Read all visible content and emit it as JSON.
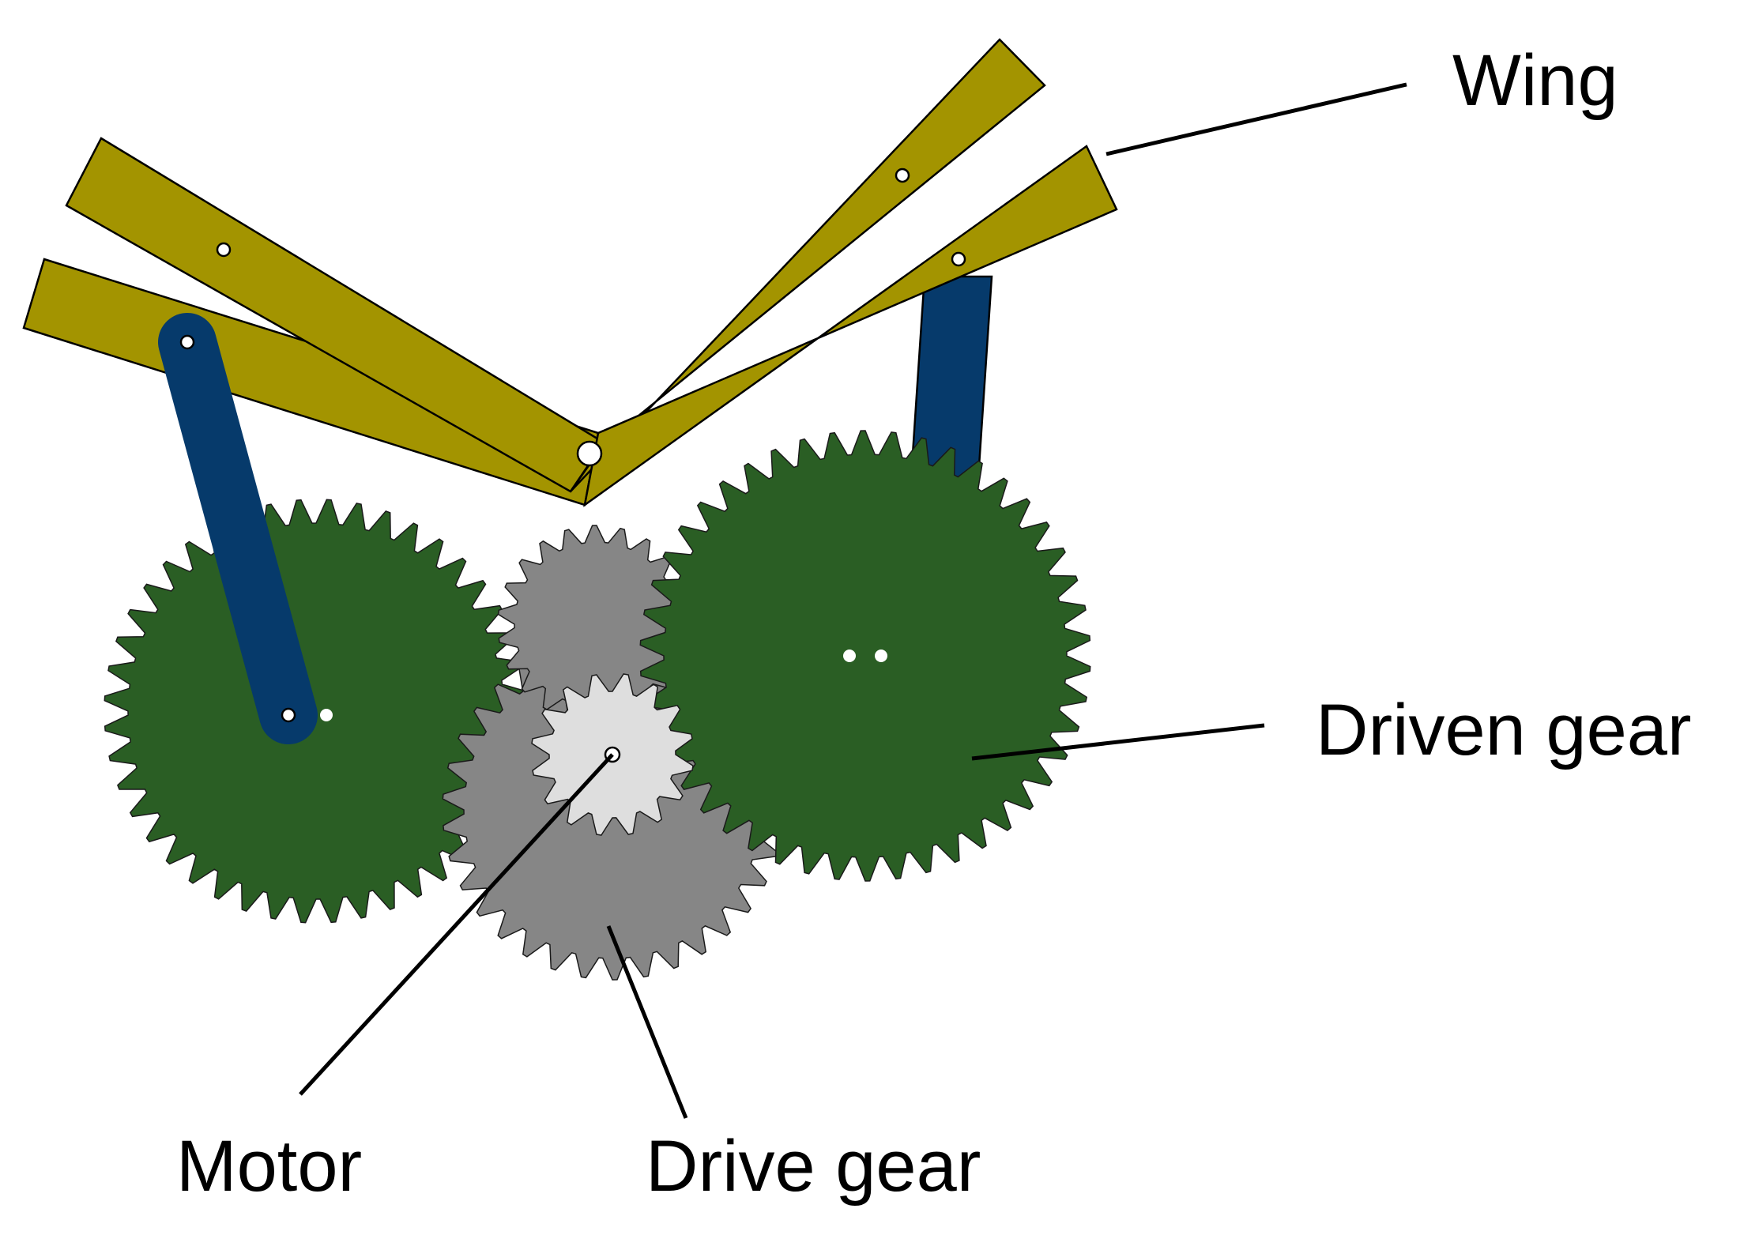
{
  "labels": {
    "wing": "Wing",
    "driven_gear": "Driven gear",
    "motor": "Motor",
    "drive_gear": "Drive gear"
  },
  "colors": {
    "wing": "#a39400",
    "link_rod": "#063a6b",
    "driven_gear": "#2a5e24",
    "drive_gear": "#868686",
    "motor_gear": "#dedede",
    "pivot_hole": "#ffffff",
    "outline": "#000000"
  },
  "icons": {
    "gear": "gear-icon"
  }
}
